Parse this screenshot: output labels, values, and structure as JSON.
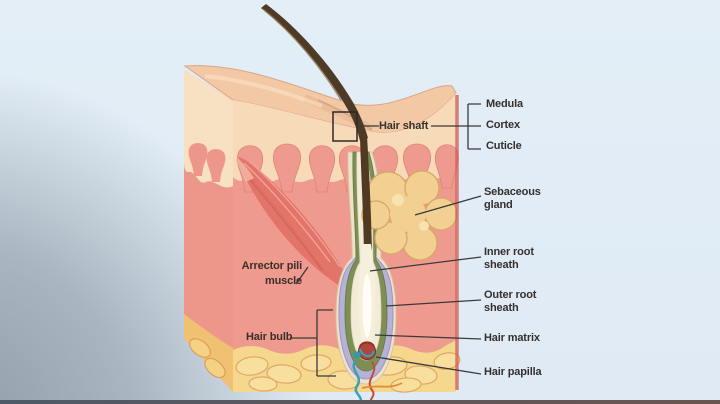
{
  "figure": {
    "description": "Cross-section diagram of skin showing a hair follicle and its anatomy"
  },
  "labels": {
    "hair_shaft": "Hair shaft",
    "medula": "Medula",
    "cortex": "Cortex",
    "cuticle": "Cuticle",
    "sebaceous_gland": "Sebaceous gland",
    "inner_root_sheath": "Inner root sheath",
    "outer_root_sheath": "Outer root sheath",
    "hair_matrix": "Hair matrix",
    "hair_papilla": "Hair papilla",
    "arrector_pili_muscle": "Arrector pili muscle",
    "hair_bulb": "Hair bulb"
  },
  "colors": {
    "background_blue": "#dfeaf4",
    "shadow_gray": "#97a5b1",
    "skin_top_surface": "#f3c9a5",
    "epidermis_cream": "#f7dab7",
    "dermis_pink": "#ef9a8e",
    "subcutaneous_fat_yellow": "#f5d78e",
    "fat_outline": "#dfa660",
    "muscle_red": "#e2746a",
    "sebaceous_gland_yellow": "#f1d091",
    "outer_root_sheath_lavender": "#b6b1d7",
    "root_sheath_green": "#7d8f55",
    "inner_sheath_cream": "#f6efdc",
    "hair_brown": "#4e3a26",
    "papilla_red": "#b0453a",
    "vessel_blue": "#3aa0b5",
    "vessel_red": "#c44a3a",
    "label_text": "#35302e"
  }
}
